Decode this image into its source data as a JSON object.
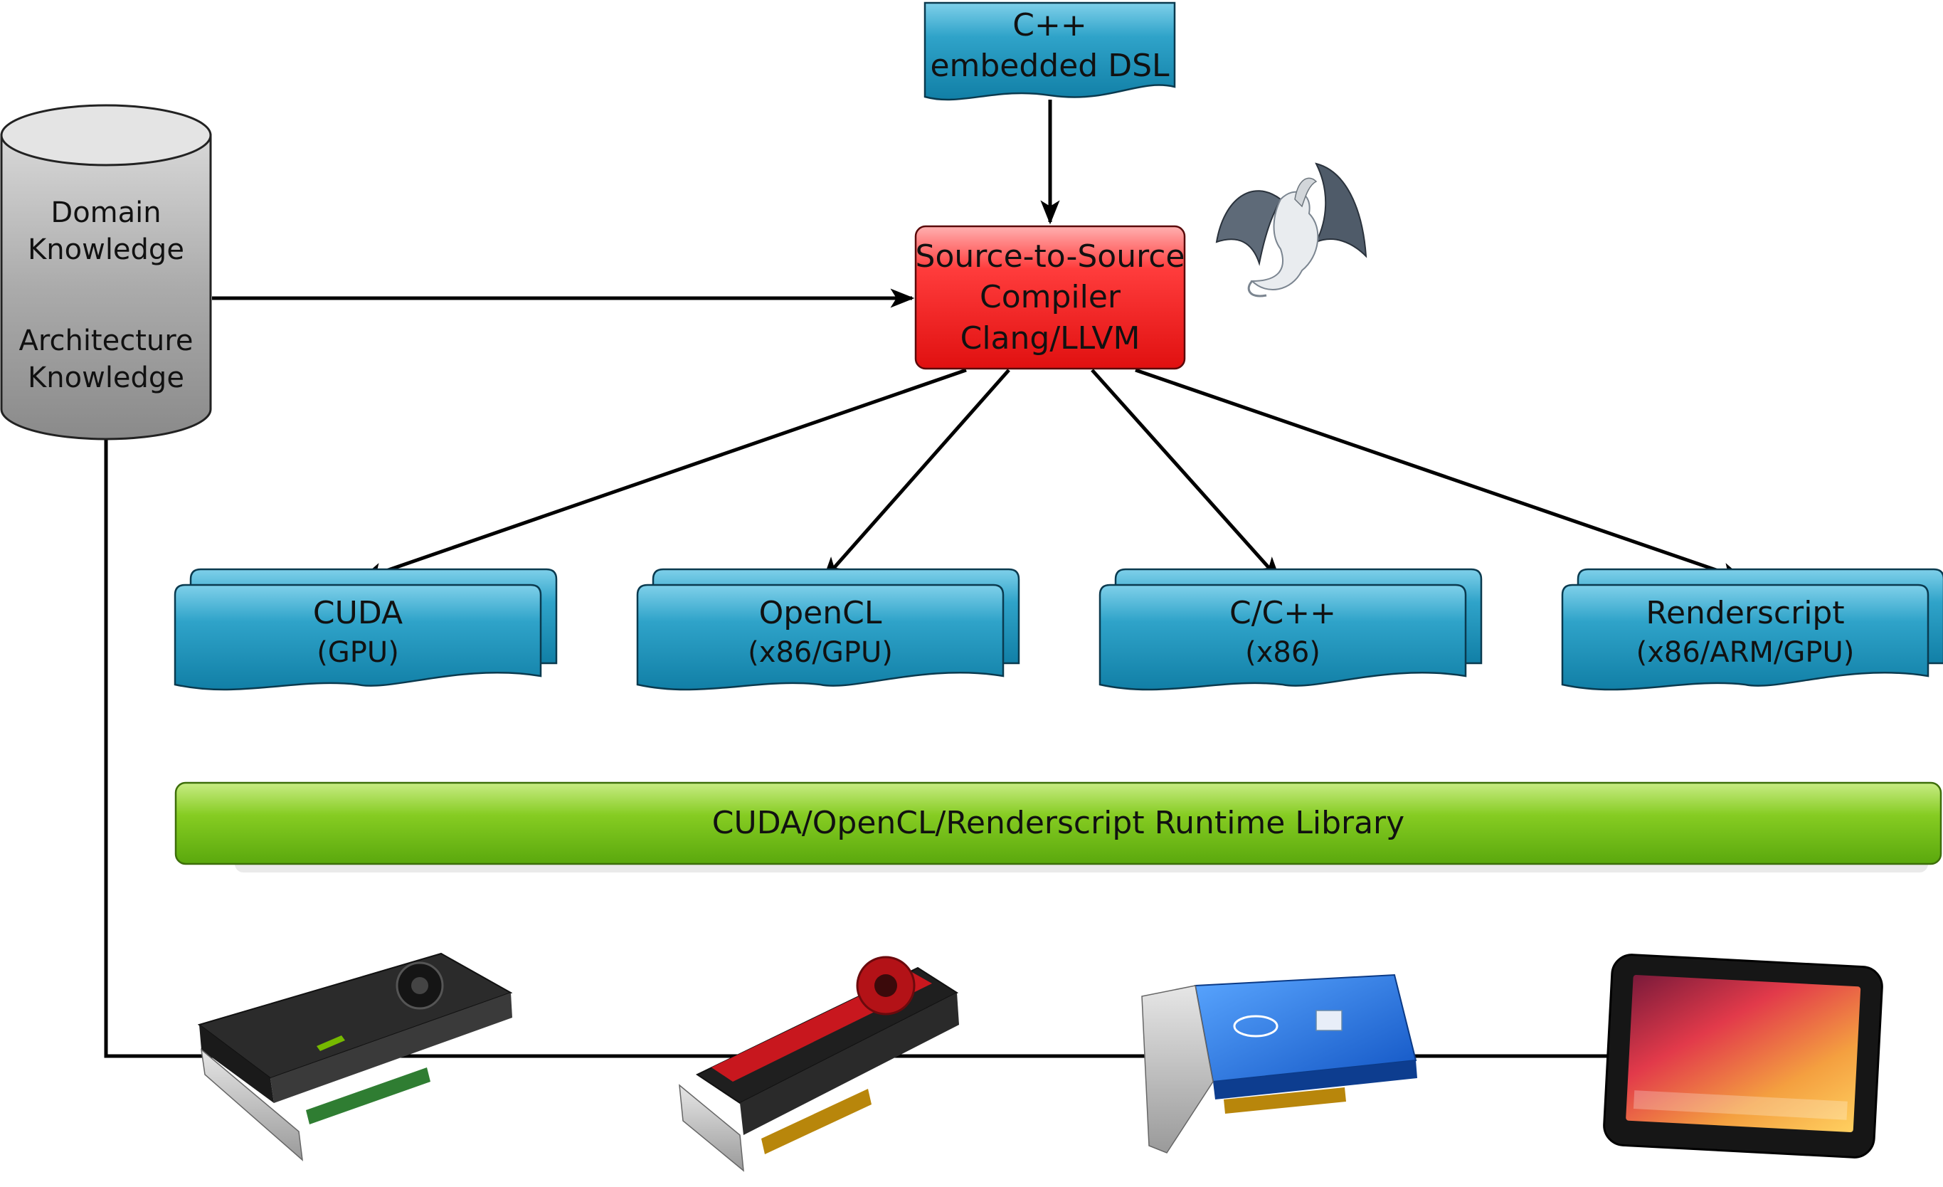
{
  "dsl": {
    "line1": "C++",
    "line2": "embedded DSL"
  },
  "knowledge": {
    "domain_line1": "Domain",
    "domain_line2": "Knowledge",
    "arch_line1": "Architecture",
    "arch_line2": "Knowledge"
  },
  "compiler": {
    "line1": "Source-to-Source",
    "line2": "Compiler",
    "line3": "Clang/LLVM"
  },
  "backends": [
    {
      "name": "CUDA",
      "target": "(GPU)"
    },
    {
      "name": "OpenCL",
      "target": "(x86/GPU)"
    },
    {
      "name": "C/C++",
      "target": "(x86)"
    },
    {
      "name": "Renderscript",
      "target": "(x86/ARM/GPU)"
    }
  ],
  "runtime": {
    "label": "CUDA/OpenCL/Renderscript Runtime Library"
  },
  "colors": {
    "doc_fill": "#2fa3c9",
    "compiler_fill": "#ef2b2b",
    "runtime_fill": "#7cc41f",
    "cylinder_fill": "#a9a9a9"
  },
  "icons": [
    "dragon-logo-icon",
    "nvidia-tesla-card-icon",
    "amd-firepro-card-icon",
    "intel-xeon-phi-card-icon",
    "android-tablet-icon"
  ]
}
